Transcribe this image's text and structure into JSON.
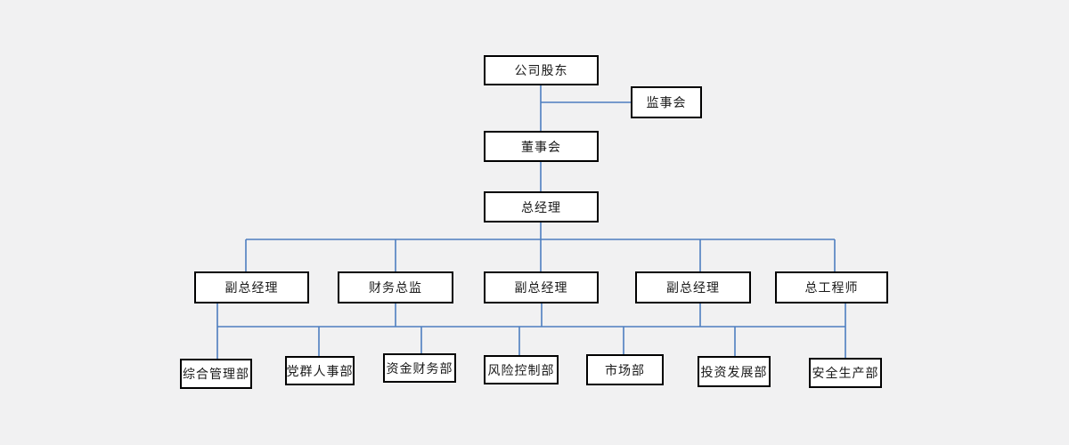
{
  "diagram": {
    "type": "org-chart",
    "background": "#f1f1f2",
    "colors": {
      "connector": "#4d7ebf",
      "box_border": "#000000",
      "box_fill": "#ffffff",
      "text": "#1a1a1a"
    },
    "nodes": {
      "shareholders": {
        "label": "公司股东"
      },
      "supervisory_board": {
        "label": "监事会"
      },
      "board_of_directors": {
        "label": "董事会"
      },
      "general_manager": {
        "label": "总经理"
      },
      "deputy_gm_1": {
        "label": "副总经理"
      },
      "cfo": {
        "label": "财务总监"
      },
      "deputy_gm_2": {
        "label": "副总经理"
      },
      "deputy_gm_3": {
        "label": "副总经理"
      },
      "chief_engineer": {
        "label": "总工程师"
      },
      "dept_general_admin": {
        "label": "综合管理部"
      },
      "dept_party_hr": {
        "label": "党群人事部"
      },
      "dept_funds_finance": {
        "label": "资金财务部"
      },
      "dept_risk_control": {
        "label": "风险控制部"
      },
      "dept_market": {
        "label": "市场部"
      },
      "dept_investment_dev": {
        "label": "投资发展部"
      },
      "dept_safety_production": {
        "label": "安全生产部"
      }
    },
    "edges": [
      {
        "from": "shareholders",
        "to": "supervisory_board"
      },
      {
        "from": "shareholders",
        "to": "board_of_directors"
      },
      {
        "from": "board_of_directors",
        "to": "general_manager"
      },
      {
        "from": "general_manager",
        "to": "deputy_gm_1"
      },
      {
        "from": "general_manager",
        "to": "cfo"
      },
      {
        "from": "general_manager",
        "to": "deputy_gm_2"
      },
      {
        "from": "general_manager",
        "to": "deputy_gm_3"
      },
      {
        "from": "general_manager",
        "to": "chief_engineer"
      },
      {
        "type": "shared_bus",
        "from": [
          "deputy_gm_1",
          "cfo",
          "deputy_gm_2",
          "deputy_gm_3",
          "chief_engineer"
        ],
        "to": [
          "dept_general_admin",
          "dept_party_hr",
          "dept_funds_finance",
          "dept_risk_control",
          "dept_market",
          "dept_investment_dev",
          "dept_safety_production"
        ]
      }
    ]
  }
}
